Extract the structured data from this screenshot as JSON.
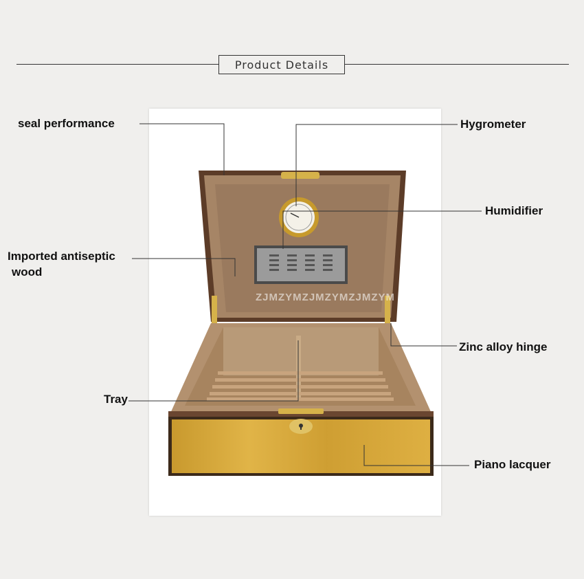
{
  "header": {
    "title": "Product Details"
  },
  "labels": {
    "seal_performance": "seal performance",
    "hygrometer": "Hygrometer",
    "humidifier": "Humidifier",
    "imported_wood_line1": "Imported antiseptic",
    "imported_wood_line2": "wood",
    "zinc_hinge": "Zinc alloy hinge",
    "tray": "Tray",
    "piano_lacquer": "Piano lacquer"
  },
  "watermark": "ZJMZYMZJMZYMZJMZYM",
  "colors": {
    "background": "#f0efed",
    "wood_inner": "#a9876a",
    "lacquer": "#d9a93a",
    "gold": "#d6b24a"
  }
}
